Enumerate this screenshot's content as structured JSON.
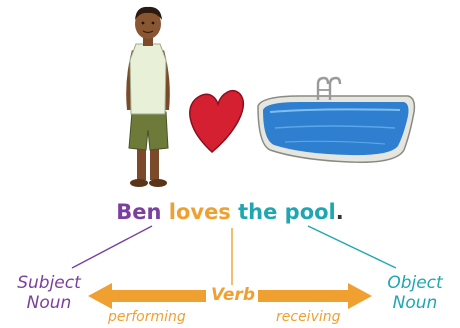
{
  "sentence": {
    "subject": "Ben",
    "verb": "loves",
    "object": "the pool",
    "period": "."
  },
  "labels": {
    "subject_line1": "Subject",
    "subject_line2": "Noun",
    "object_line1": "Object",
    "object_line2": "Noun",
    "verb": "Verb",
    "performing": "performing",
    "receiving": "receiving"
  },
  "colors": {
    "subject": "#7b3fa0",
    "verb": "#f0a030",
    "object": "#1ea7b2",
    "heart": "#d42030",
    "pool_water": "#2f7fd0"
  },
  "icons": [
    "boy-illustration",
    "heart-icon",
    "pool-illustration"
  ]
}
